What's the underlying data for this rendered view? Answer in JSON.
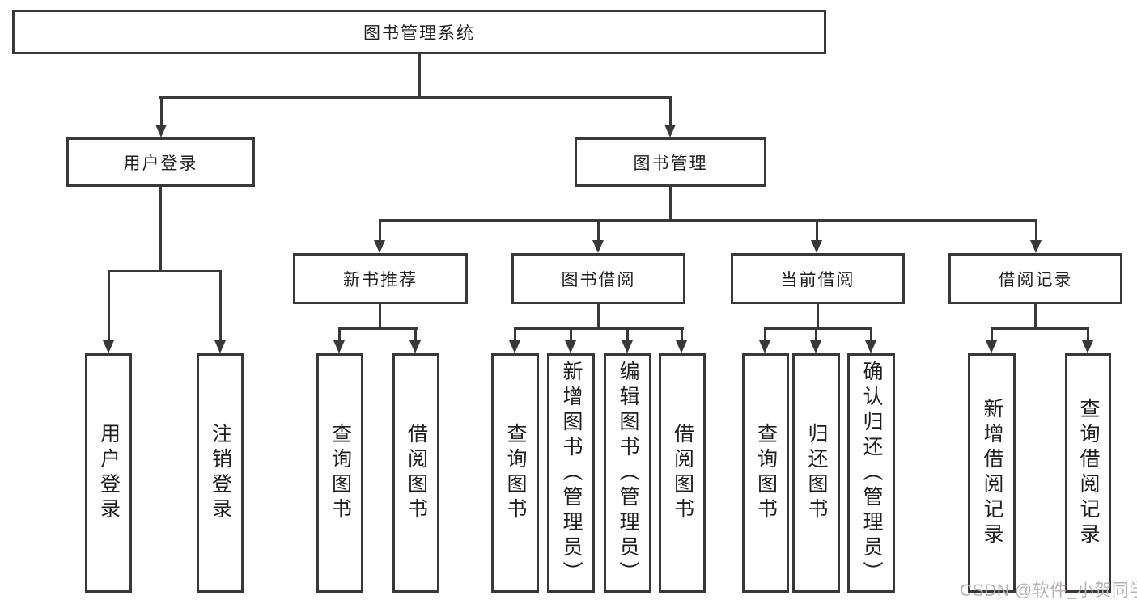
{
  "colors": {
    "line": "#383838",
    "box_border": "#383838",
    "text": "#1f1f1f",
    "background": "#ffffff",
    "watermark": "#b9b2b2"
  },
  "watermark": {
    "text": "CSDN @软件_小贺同学"
  },
  "tree": {
    "root": {
      "label": "图书管理系统"
    },
    "branches": [
      {
        "label": "用户登录",
        "children": [
          {
            "label": "用户登录"
          },
          {
            "label": "注销登录"
          }
        ]
      },
      {
        "label": "图书管理",
        "children": [
          {
            "label": "新书推荐",
            "children": [
              {
                "label": "查询图书"
              },
              {
                "label": "借阅图书"
              }
            ]
          },
          {
            "label": "图书借阅",
            "children": [
              {
                "label": "查询图书"
              },
              {
                "label": "新增图书（管理员）"
              },
              {
                "label": "编辑图书（管理员）"
              },
              {
                "label": "借阅图书"
              }
            ]
          },
          {
            "label": "当前借阅",
            "children": [
              {
                "label": "查询图书"
              },
              {
                "label": "归还图书"
              },
              {
                "label": "确认归还（管理员）"
              }
            ]
          },
          {
            "label": "借阅记录",
            "children": [
              {
                "label": "新增借阅记录"
              },
              {
                "label": "查询借阅记录"
              }
            ]
          }
        ]
      }
    ]
  }
}
